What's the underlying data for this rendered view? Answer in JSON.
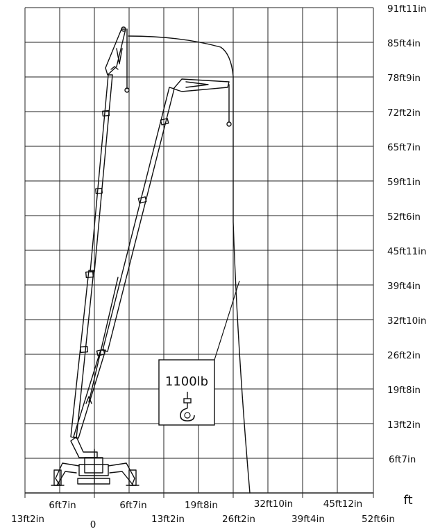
{
  "y_axis": {
    "labels": [
      "91ft11in",
      "85ft4in",
      "78ft9in",
      "72ft2in",
      "65ft7in",
      "59ft1in",
      "52ft6in",
      "45ft11in",
      "39ft4in",
      "32ft10in",
      "26ft2in",
      "19ft8in",
      "13ft2in",
      "6ft7in"
    ]
  },
  "x_axis": {
    "upper_labels": [
      "6ft7in",
      "6ft7in",
      "19ft8in",
      "32ft10in",
      "45ft12in"
    ],
    "lower_labels": [
      "13ft2in",
      "0",
      "13ft2in",
      "26ft2in",
      "39ft4in",
      "52ft6in"
    ],
    "unit": "ft"
  },
  "load_box": {
    "text": "1100lb",
    "icon": "crane-hook-icon"
  }
}
